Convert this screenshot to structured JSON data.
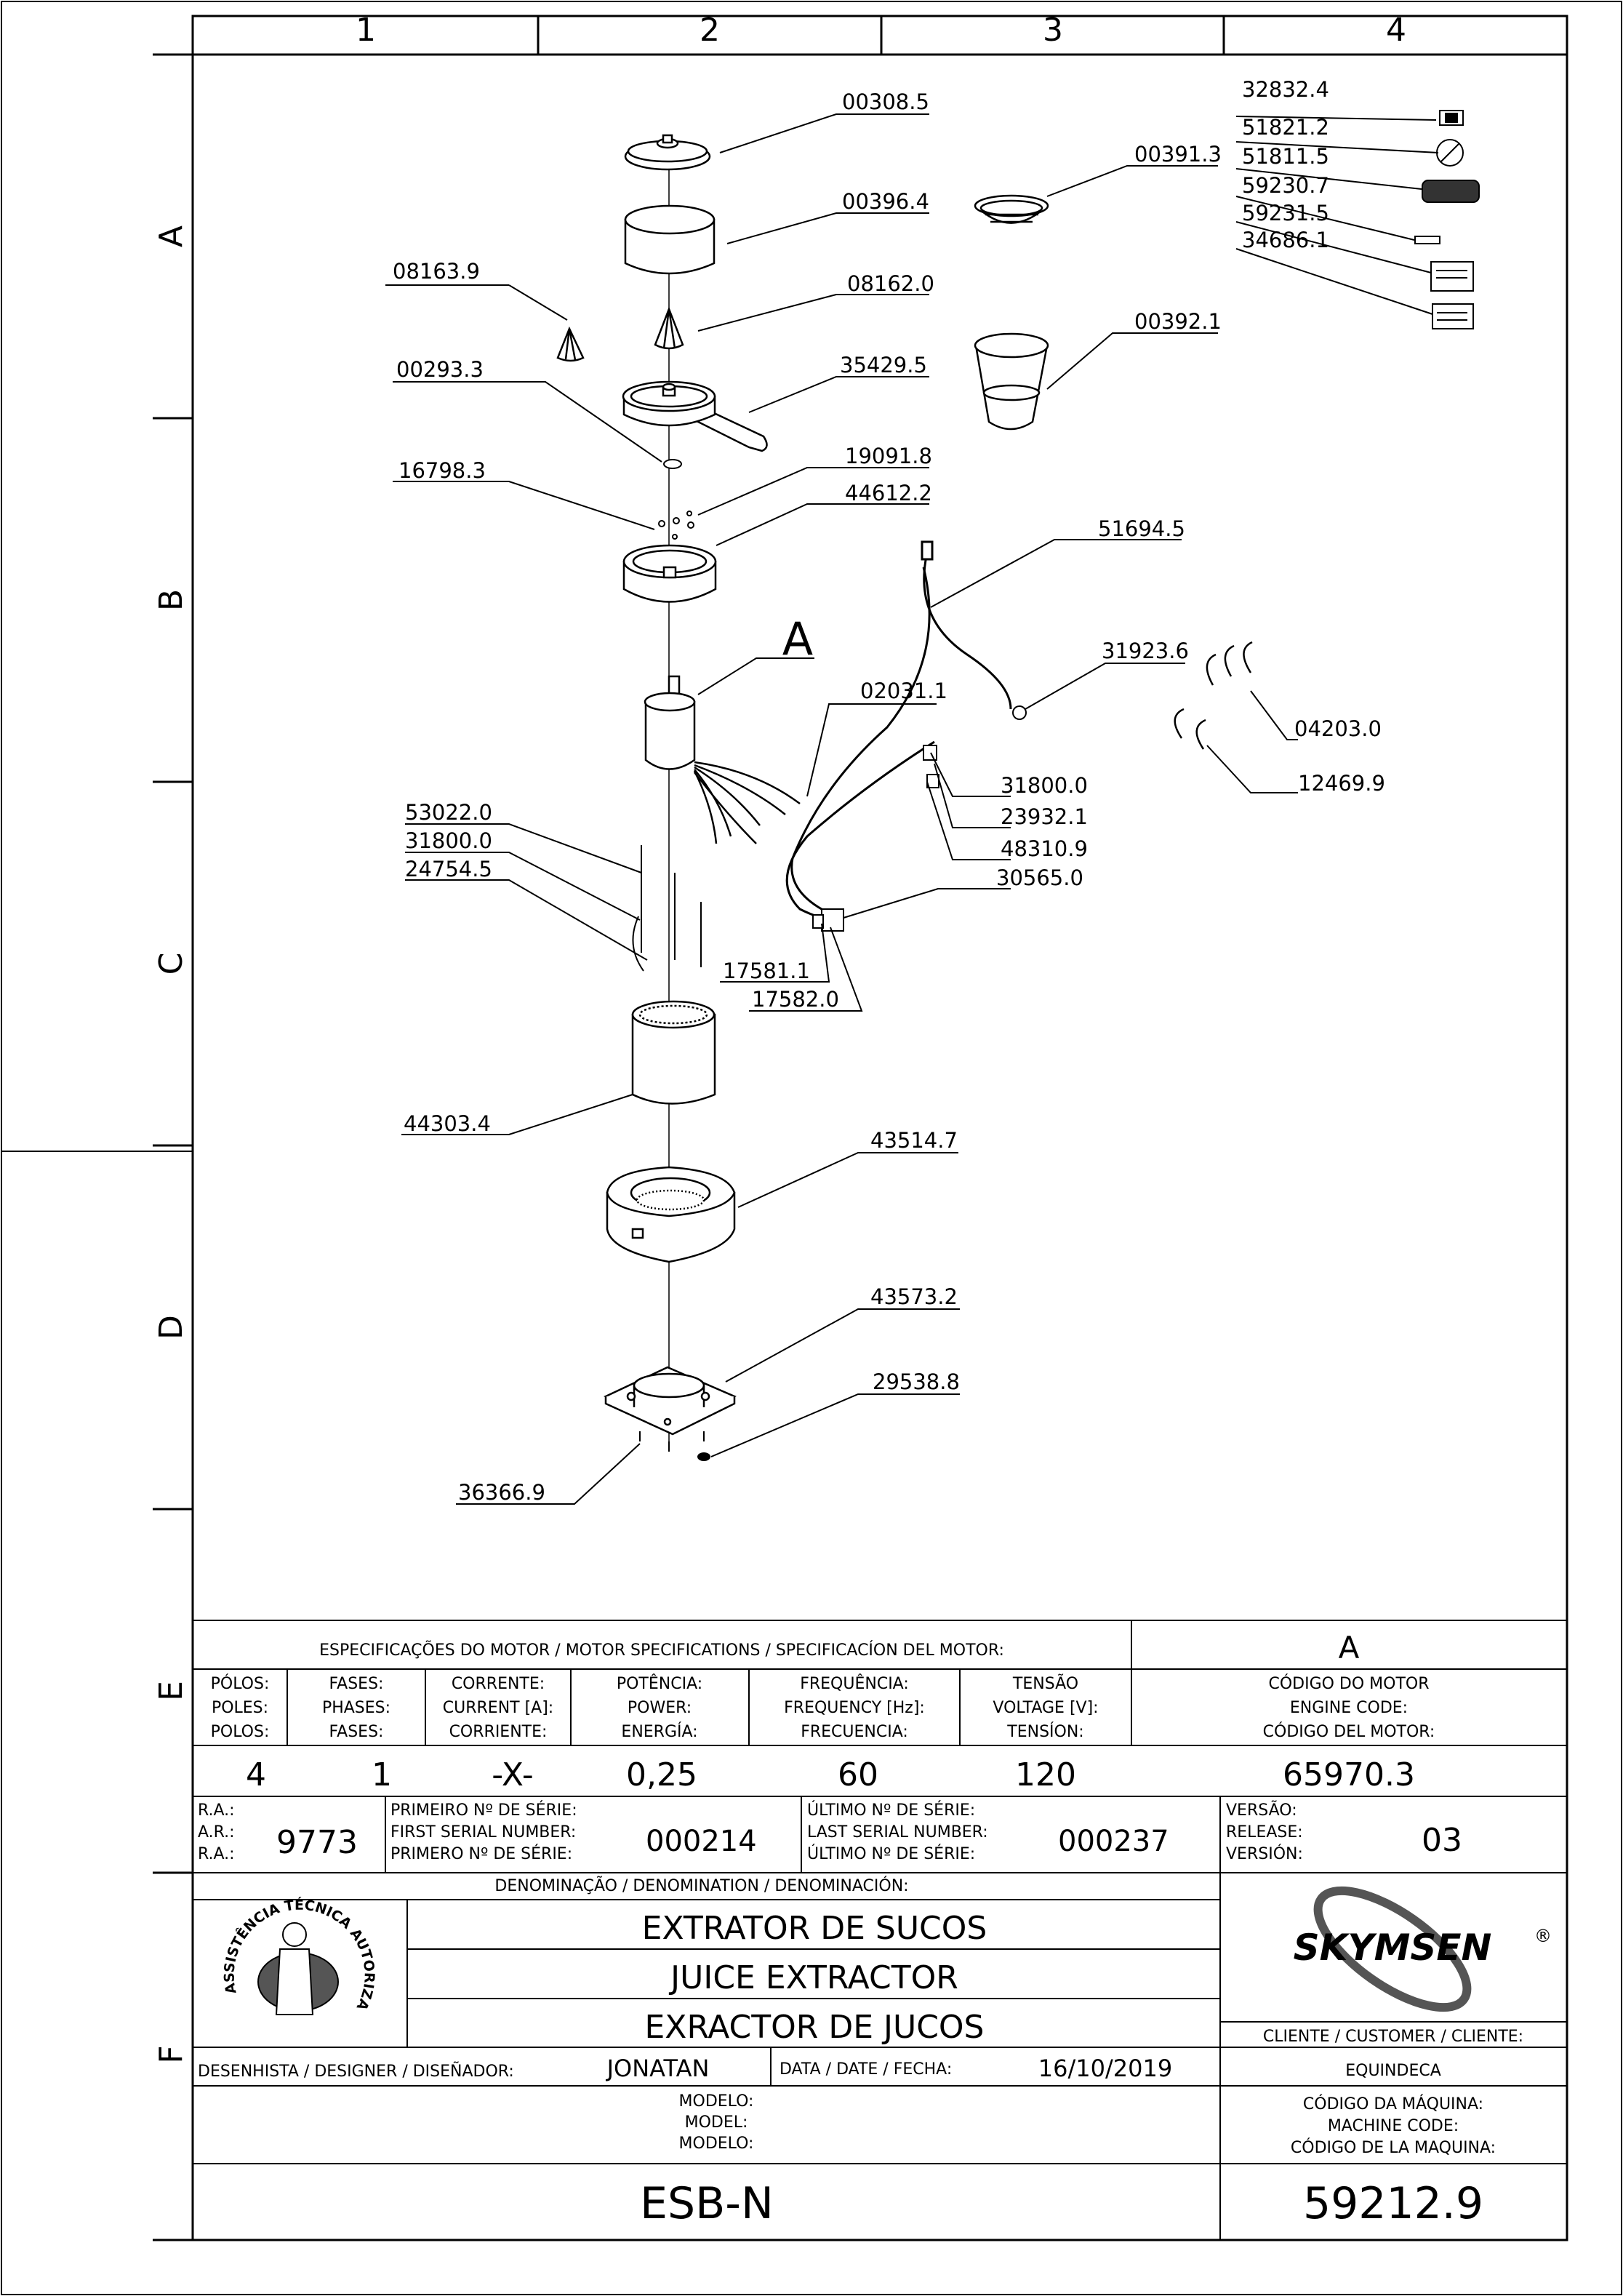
{
  "frame": {
    "columns": [
      "1",
      "2",
      "3",
      "4"
    ],
    "rows": [
      "A",
      "B",
      "C",
      "D",
      "E",
      "F"
    ]
  },
  "diagram": {
    "view_label": "A",
    "callouts": [
      {
        "id": "c00308_5",
        "text": "00308.5"
      },
      {
        "id": "c00396_4",
        "text": "00396.4"
      },
      {
        "id": "c08163_9",
        "text": "08163.9"
      },
      {
        "id": "c08162_0",
        "text": "08162.0"
      },
      {
        "id": "c00293_3",
        "text": "00293.3"
      },
      {
        "id": "c35429_5",
        "text": "35429.5"
      },
      {
        "id": "c16798_3",
        "text": "16798.3"
      },
      {
        "id": "c19091_8",
        "text": "19091.8"
      },
      {
        "id": "c44612_2",
        "text": "44612.2"
      },
      {
        "id": "c00391_3",
        "text": "00391.3"
      },
      {
        "id": "c00392_1",
        "text": "00392.1"
      },
      {
        "id": "c32832_4",
        "text": "32832.4"
      },
      {
        "id": "c51821_2",
        "text": "51821.2"
      },
      {
        "id": "c51811_5",
        "text": "51811.5"
      },
      {
        "id": "c59230_7",
        "text": "59230.7"
      },
      {
        "id": "c59231_5",
        "text": "59231.5"
      },
      {
        "id": "c34686_1",
        "text": "34686.1"
      },
      {
        "id": "c51694_5",
        "text": "51694.5"
      },
      {
        "id": "c31923_6",
        "text": "31923.6"
      },
      {
        "id": "c04203_0",
        "text": "04203.0"
      },
      {
        "id": "c12469_9",
        "text": "12469.9"
      },
      {
        "id": "c02031_1",
        "text": "02031.1"
      },
      {
        "id": "c31800_0a",
        "text": "31800.0"
      },
      {
        "id": "c23932_1",
        "text": "23932.1"
      },
      {
        "id": "c48310_9",
        "text": "48310.9"
      },
      {
        "id": "c30565_0",
        "text": "30565.0"
      },
      {
        "id": "c53022_0",
        "text": "53022.0"
      },
      {
        "id": "c31800_0b",
        "text": "31800.0"
      },
      {
        "id": "c24754_5",
        "text": "24754.5"
      },
      {
        "id": "c17581_1",
        "text": "17581.1"
      },
      {
        "id": "c17582_0",
        "text": "17582.0"
      },
      {
        "id": "c44303_4",
        "text": "44303.4"
      },
      {
        "id": "c43514_7",
        "text": "43514.7"
      },
      {
        "id": "c43573_2",
        "text": "43573.2"
      },
      {
        "id": "c29538_8",
        "text": "29538.8"
      },
      {
        "id": "c36366_9",
        "text": "36366.9"
      }
    ]
  },
  "motor_specs": {
    "header": "ESPECIFICAÇÕES DO MOTOR / MOTOR SPECIFICATIONS / SPECIFICACÍON DEL MOTOR:",
    "view_ref": "A",
    "columns": [
      {
        "labels": [
          "PÓLOS:",
          "POLES:",
          "POLOS:"
        ],
        "value": "4"
      },
      {
        "labels": [
          "FASES:",
          "PHASES:",
          "FASES:"
        ],
        "value": "1"
      },
      {
        "labels": [
          "CORRENTE:",
          "CURRENT [A]:",
          "CORRIENTE:"
        ],
        "value": "-X-"
      },
      {
        "labels": [
          "POTÊNCIA:",
          "POWER:",
          "ENERGÍA:"
        ],
        "value": "0,25"
      },
      {
        "labels": [
          "FREQUÊNCIA:",
          "FREQUENCY [Hz]:",
          "FRECUENCIA:"
        ],
        "value": "60"
      },
      {
        "labels": [
          "TENSÃO",
          "VOLTAGE [V]:",
          "TENSÍON:"
        ],
        "value": "120"
      },
      {
        "labels": [
          "CÓDIGO DO MOTOR",
          "ENGINE CODE:",
          "CÓDIGO DEL MOTOR:"
        ],
        "value": "65970.3"
      }
    ]
  },
  "serial": {
    "ra_labels": [
      "R.A.:",
      "A.R.:",
      "R.A.:"
    ],
    "ra_value": "9773",
    "first_labels": [
      "PRIMEIRO Nº DE SÉRIE:",
      "FIRST SERIAL NUMBER:",
      "PRIMERO Nº DE SÉRIE:"
    ],
    "first_value": "000214",
    "last_labels": [
      "ÚLTIMO Nº DE SÉRIE:",
      "LAST SERIAL NUMBER:",
      "ÚLTIMO Nº DE SÉRIE:"
    ],
    "last_value": "000237",
    "version_labels": [
      "VERSÃO:",
      "RELEASE:",
      "VERSIÓN:"
    ],
    "version_value": "03"
  },
  "denomination": {
    "header": "DENOMINAÇÃO / DENOMINATION / DENOMINACIÓN:",
    "lines": [
      "EXTRATOR DE SUCOS",
      "JUICE EXTRACTOR",
      "EXRACTOR DE JUCOS"
    ],
    "seal_text": "ASSISTÊNCIA TÉCNICA AUTORIZADA"
  },
  "brand": {
    "name": "SKYMSEN",
    "mark": "®"
  },
  "client": {
    "label": "CLIENTE / CUSTOMER / CLIENTE:",
    "value": "EQUINDECA"
  },
  "designer": {
    "label": "DESENHISTA / DESIGNER / DISEÑADOR:",
    "value": "JONATAN"
  },
  "date": {
    "label": "DATA / DATE / FECHA:",
    "value": "16/10/2019"
  },
  "model": {
    "labels": [
      "MODELO:",
      "MODEL:",
      "MODELO:"
    ],
    "value": "ESB-N"
  },
  "machine_code": {
    "labels": [
      "CÓDIGO DA MÁQUINA:",
      "MACHINE CODE:",
      "CÓDIGO DE LA MAQUINA:"
    ],
    "value": "59212.9"
  }
}
